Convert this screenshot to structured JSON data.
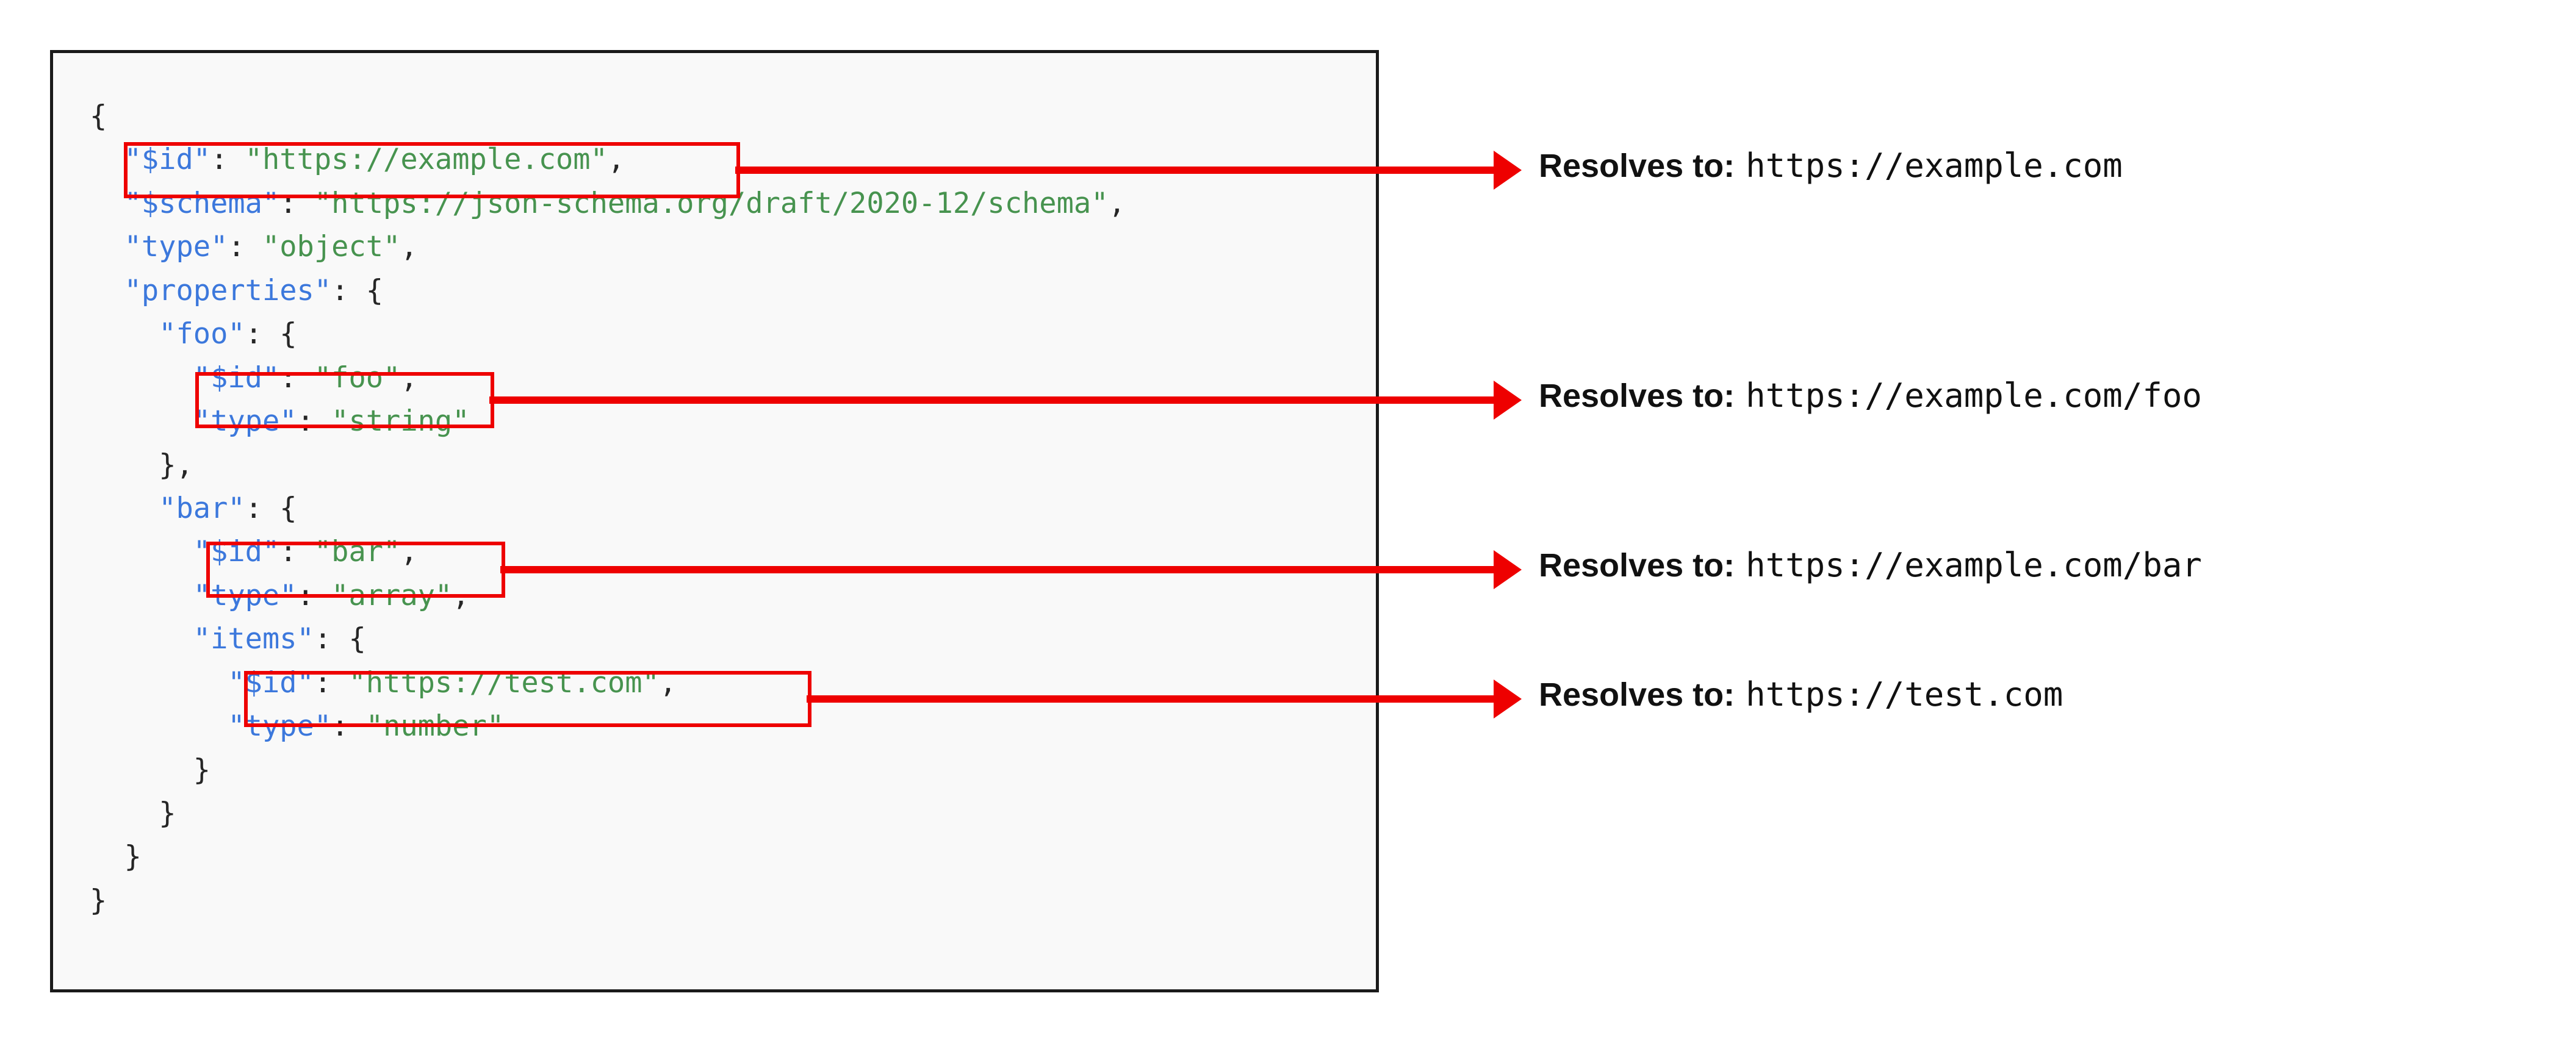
{
  "code_panel": {
    "language": "json",
    "background_color": "#f9f9f9",
    "border_color": "#1a1a1a",
    "key_color": "#3c78dc",
    "string_color": "#47934f",
    "punctuation_color": "#262626",
    "code_lines": [
      {
        "indent": 0,
        "key": "",
        "value": "",
        "punct": "{"
      },
      {
        "indent": 1,
        "key": "\"$id\"",
        "value": "\"https://example.com\"",
        "punct": ","
      },
      {
        "indent": 1,
        "key": "\"$schema\"",
        "value": "\"https://json-schema.org/draft/2020-12/schema\"",
        "punct": ","
      },
      {
        "indent": 1,
        "key": "\"type\"",
        "value": "\"object\"",
        "punct": ","
      },
      {
        "indent": 1,
        "key": "\"properties\"",
        "value": "",
        "punct": ": {"
      },
      {
        "indent": 2,
        "key": "\"foo\"",
        "value": "",
        "punct": ": {"
      },
      {
        "indent": 3,
        "key": "\"$id\"",
        "value": "\"foo\"",
        "punct": ","
      },
      {
        "indent": 3,
        "key": "\"type\"",
        "value": "\"string\"",
        "punct": ""
      },
      {
        "indent": 2,
        "key": "",
        "value": "",
        "punct": "},"
      },
      {
        "indent": 2,
        "key": "\"bar\"",
        "value": "",
        "punct": ": {"
      },
      {
        "indent": 3,
        "key": "\"$id\"",
        "value": "\"bar\"",
        "punct": ","
      },
      {
        "indent": 3,
        "key": "\"type\"",
        "value": "\"array\"",
        "punct": ","
      },
      {
        "indent": 3,
        "key": "\"items\"",
        "value": "",
        "punct": ": {"
      },
      {
        "indent": 4,
        "key": "\"$id\"",
        "value": "\"https://test.com\"",
        "punct": ","
      },
      {
        "indent": 4,
        "key": "\"type\"",
        "value": "\"number\"",
        "punct": ""
      },
      {
        "indent": 3,
        "key": "",
        "value": "",
        "punct": "}"
      },
      {
        "indent": 2,
        "key": "",
        "value": "",
        "punct": "}"
      },
      {
        "indent": 1,
        "key": "",
        "value": "",
        "punct": "}"
      },
      {
        "indent": 0,
        "key": "",
        "value": "",
        "punct": "}"
      }
    ],
    "code_text": "{\n  \"$id\": \"https://example.com\",\n  \"$schema\": \"https://json-schema.org/draft/2020-12/schema\",\n  \"type\": \"object\",\n  \"properties\": {\n    \"foo\": {\n      \"$id\": \"foo\",\n      \"type\": \"string\"\n    },\n    \"bar\": {\n      \"$id\": \"bar\",\n      \"type\": \"array\",\n      \"items\": {\n        \"$id\": \"https://test.com\",\n        \"type\": \"number\"\n      }\n    }\n  }\n}"
  },
  "annotations": {
    "highlight_color": "#ee0000",
    "arrow_color": "#ee0000",
    "rows": [
      {
        "id": "row-id-root",
        "highlighted_code": "\"$id\": \"https://example.com\",",
        "label": "Resolves to:",
        "url": "https://example.com"
      },
      {
        "id": "row-id-foo",
        "highlighted_code": "\"$id\": \"foo\",",
        "label": "Resolves to:",
        "url": "https://example.com/foo"
      },
      {
        "id": "row-id-bar",
        "highlighted_code": "\"$id\": \"bar\",",
        "label": "Resolves to:",
        "url": "https://example.com/bar"
      },
      {
        "id": "row-id-items",
        "highlighted_code": "\"$id\": \"https://test.com\",",
        "label": "Resolves to:",
        "url": "https://test.com"
      }
    ]
  }
}
